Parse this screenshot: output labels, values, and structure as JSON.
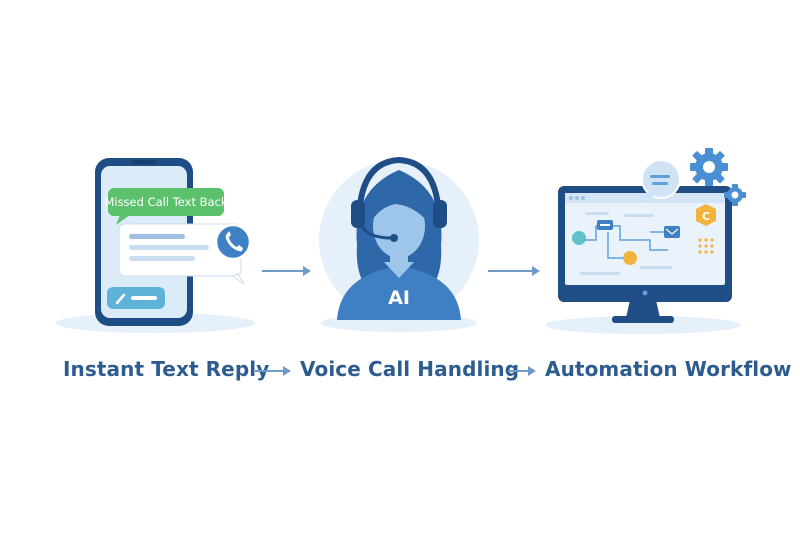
{
  "phone": {
    "bubble_label": "Missed Call Text Back"
  },
  "agent": {
    "badge_label": "AI"
  },
  "steps": [
    {
      "label": "Instant Text Reply"
    },
    {
      "label": "Voice Call Handling"
    },
    {
      "label": "Automation Workflow"
    }
  ],
  "colors": {
    "primary_blue": "#3f7fc4",
    "dark_navy": "#1f4d86",
    "light_blue": "#dcebf8",
    "green": "#5cc16d",
    "orange": "#f2b23c",
    "teal": "#5ec1cc",
    "caption_text": "#2e5c8e"
  }
}
